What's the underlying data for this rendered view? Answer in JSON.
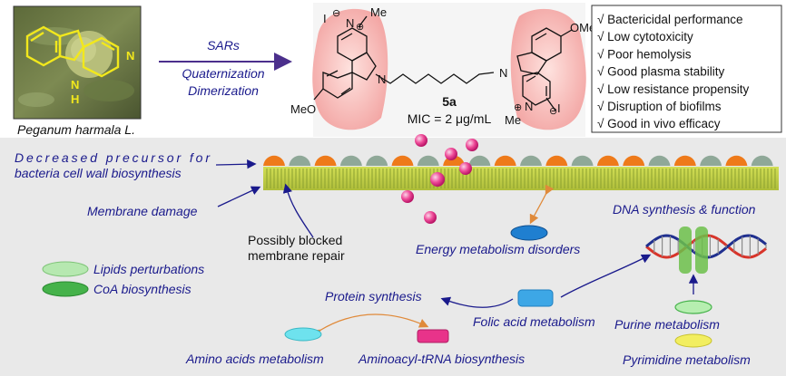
{
  "top": {
    "plant_label": "Peganum harmala L.",
    "arrow_text": [
      "SARs",
      "Quaternization",
      "Dimerization"
    ],
    "compound": {
      "name": "5a",
      "mic": "MIC = 2 μg/mL",
      "left_atoms": {
        "iodide": "I",
        "minus": "⊖",
        "nitrogen": "N",
        "plus": "⊕",
        "methyl": "Me",
        "indole_n": "N",
        "methoxy": "MeO"
      },
      "right_atoms": {
        "methoxy": "OMe",
        "indole_n": "N",
        "plus": "⊕",
        "nitrogen": "N",
        "minus": "⊖",
        "iodide": "I",
        "methyl": "Me"
      }
    },
    "plant_atoms": {
      "pyridine_n": "N",
      "indole_n": "N",
      "indole_h": "H"
    },
    "benefits": [
      "√ Bactericidal performance",
      "√ Low cytotoxicity",
      "√ Poor hemolysis",
      "√ Good plasma stability",
      "√ Low resistance propensity",
      "√ Disruption of biofilms",
      "√ Good in vivo efficacy"
    ]
  },
  "mechanism": {
    "cell_wall": [
      "Decreased precursor for",
      "bacteria cell wall biosynthesis"
    ],
    "membrane_damage": "Membrane damage",
    "membrane_repair": [
      "Possibly blocked",
      "membrane repair"
    ],
    "energy": "Energy metabolism disorders",
    "dna": "DNA synthesis & function",
    "lipids": "Lipids perturbations",
    "coa": "CoA biosynthesis",
    "protein": "Protein synthesis",
    "folic": "Folic acid metabolism",
    "amino": "Amino acids metabolism",
    "trna": "Aminoacyl-tRNA biosynthesis",
    "purine": "Purine metabolism",
    "pyrimidine": "Pyrimidine metabolism"
  },
  "colors": {
    "navy": "#1a1a8c",
    "panel": "#e9e9e9",
    "membrane_yellow": "#c8d84a",
    "head_orange": "#ee7a1a",
    "head_gray": "#8fa898",
    "sphere_pink": "#ee3a8c",
    "wing_pink": "#f0a0a0",
    "purple_arrow": "#4b2f8c",
    "orange_arrow": "#e08a3a",
    "green_capsule": "#45b24a",
    "light_green_capsule": "#b6e8b0",
    "blue_capsule": "#3da7e6",
    "cyan_capsule": "#6ee2ee",
    "magenta_capsule": "#e8338a",
    "yellow_capsule": "#f2ee60"
  }
}
